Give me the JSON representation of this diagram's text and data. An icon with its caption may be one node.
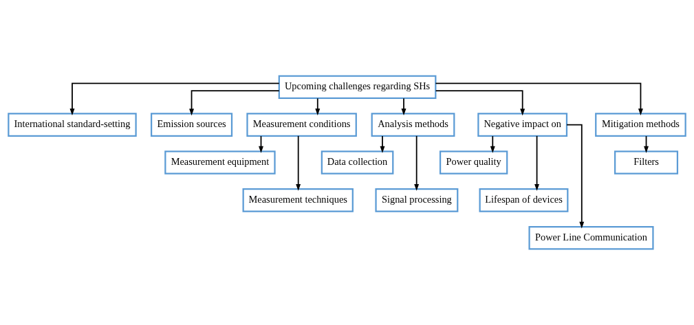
{
  "diagram": {
    "nodes": [
      {
        "text": [
          "Upcoming challenges regarding SHs"
        ]
      },
      {
        "text": [
          "International standard-setting"
        ]
      },
      {
        "text": [
          "Emission sources"
        ]
      },
      {
        "text": [
          "Measurement conditions"
        ]
      },
      {
        "text": [
          "Analysis methods"
        ]
      },
      {
        "text": [
          "Negative impact on"
        ]
      },
      {
        "text": [
          "Mitigation methods"
        ]
      },
      {
        "text": [
          "Measurement equipment"
        ]
      },
      {
        "text": [
          "Measurement techniques"
        ]
      },
      {
        "text": [
          "Data collection"
        ]
      },
      {
        "text": [
          "Signal processing"
        ]
      },
      {
        "text": [
          "Power quality"
        ]
      },
      {
        "text": [
          "Lifespan of devices"
        ]
      },
      {
        "text": [
          "Power Line Communication"
        ]
      },
      {
        "text": [
          "Filters"
        ]
      }
    ],
    "edges": [
      {
        "from": 0,
        "to": 1,
        "arrow": "to"
      },
      {
        "from": 0,
        "to": 2,
        "arrow": "to"
      },
      {
        "from": 0,
        "to": 3,
        "arrow": "to"
      },
      {
        "from": 0,
        "to": 4,
        "arrow": "to"
      },
      {
        "from": 0,
        "to": 5,
        "arrow": "to"
      },
      {
        "from": 0,
        "to": 6,
        "arrow": "to"
      },
      {
        "from": 3,
        "to": 7,
        "arrow": "to"
      },
      {
        "from": 3,
        "to": 8,
        "arrow": "to"
      },
      {
        "from": 4,
        "to": 9,
        "arrow": "to"
      },
      {
        "from": 4,
        "to": 10,
        "arrow": "to"
      },
      {
        "from": 5,
        "to": 11,
        "arrow": "to"
      },
      {
        "from": 5,
        "to": 12,
        "arrow": "to"
      },
      {
        "from": 5,
        "to": 13,
        "arrow": "to"
      },
      {
        "from": 6,
        "to": 14,
        "arrow": "to"
      }
    ]
  }
}
